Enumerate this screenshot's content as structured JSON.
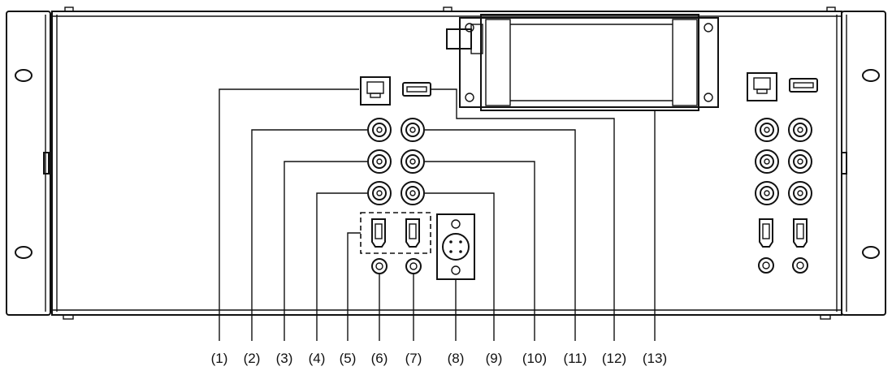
{
  "callouts": [
    {
      "id": "1",
      "label": "(1)"
    },
    {
      "id": "2",
      "label": "(2)"
    },
    {
      "id": "3",
      "label": "(3)"
    },
    {
      "id": "4",
      "label": "(4)"
    },
    {
      "id": "5",
      "label": "(5)"
    },
    {
      "id": "6",
      "label": "(6)"
    },
    {
      "id": "7",
      "label": "(7)"
    },
    {
      "id": "8",
      "label": "(8)"
    },
    {
      "id": "9",
      "label": "(9)"
    },
    {
      "id": "10",
      "label": "(10)"
    },
    {
      "id": "11",
      "label": "(11)"
    },
    {
      "id": "12",
      "label": "(12)"
    },
    {
      "id": "13",
      "label": "(13)"
    }
  ],
  "colors": {
    "line": "#111111",
    "background": "#ffffff"
  }
}
